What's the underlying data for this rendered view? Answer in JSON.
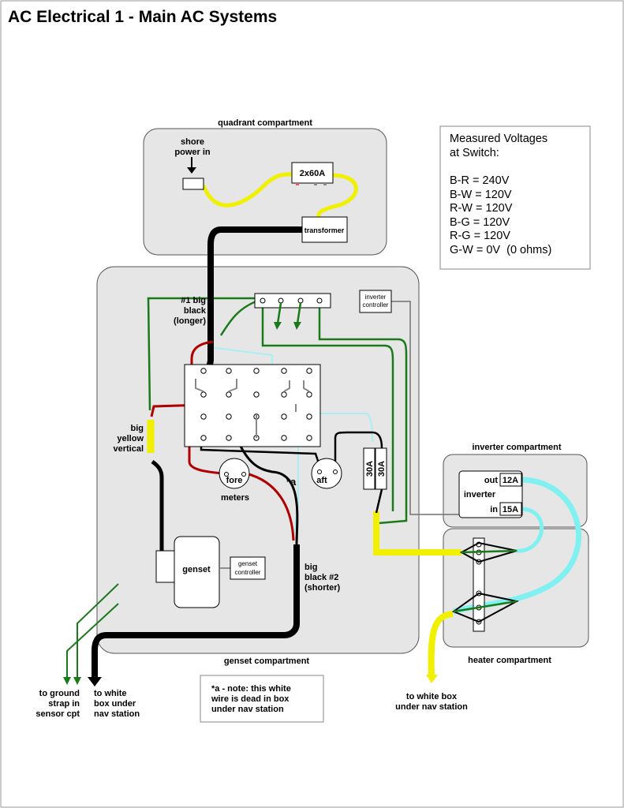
{
  "title": "AC Electrical 1 - Main AC Systems",
  "compartments": {
    "quadrant": "quadrant compartment",
    "genset": "genset compartment",
    "inverter": "inverter compartment",
    "heater": "heater compartment"
  },
  "components": {
    "shore_power": [
      "shore",
      "power in"
    ],
    "breaker": "2x60A",
    "transformer": "transformer",
    "inverter_controller": [
      "inverter",
      "controller"
    ],
    "genset": "genset",
    "genset_controller": [
      "genset",
      "controller"
    ],
    "fore_meter": "fore",
    "aft_meter": "aft",
    "meters_label": "meters",
    "breaker_30a_left": "30A",
    "breaker_30a_right": "30A",
    "inverter_label": "inverter",
    "inverter_out": "out",
    "inverter_out_rating": "12A",
    "inverter_in": "in",
    "inverter_in_rating": "15A"
  },
  "labels": {
    "big_black_1": [
      "#1 big",
      "black",
      "(longer)"
    ],
    "big_yellow": [
      "big",
      "yellow",
      "vertical"
    ],
    "big_black_2": [
      "big",
      "black #2",
      "(shorter)"
    ],
    "note_ref": "*a",
    "to_ground": [
      "to ground",
      "strap in",
      "sensor cpt"
    ],
    "to_white_box_left": [
      "to white",
      "box under",
      "nav station"
    ],
    "to_white_box_right": [
      "to white box",
      "under nav station"
    ]
  },
  "note": [
    "*a - note: this white",
    "wire is dead in box",
    "under nav station"
  ],
  "voltages": {
    "heading": [
      "Measured Voltages",
      "at Switch:"
    ],
    "readings": [
      "B-R = 240V",
      "B-W = 120V",
      "R-W = 120V",
      "B-G = 120V",
      "R-G = 120V",
      "G-W = 0V  (0 ohms)"
    ]
  },
  "colors": {
    "black_wire": "#000000",
    "red_wire": "#b00000",
    "green_wire": "#1a7a1a",
    "yellow_wire": "#f0f000",
    "white_wire": "#a8f0f0",
    "cyan_wire": "#80f0f0",
    "gray_wire": "#707070",
    "compartment_fill": "#e6e6e6"
  }
}
